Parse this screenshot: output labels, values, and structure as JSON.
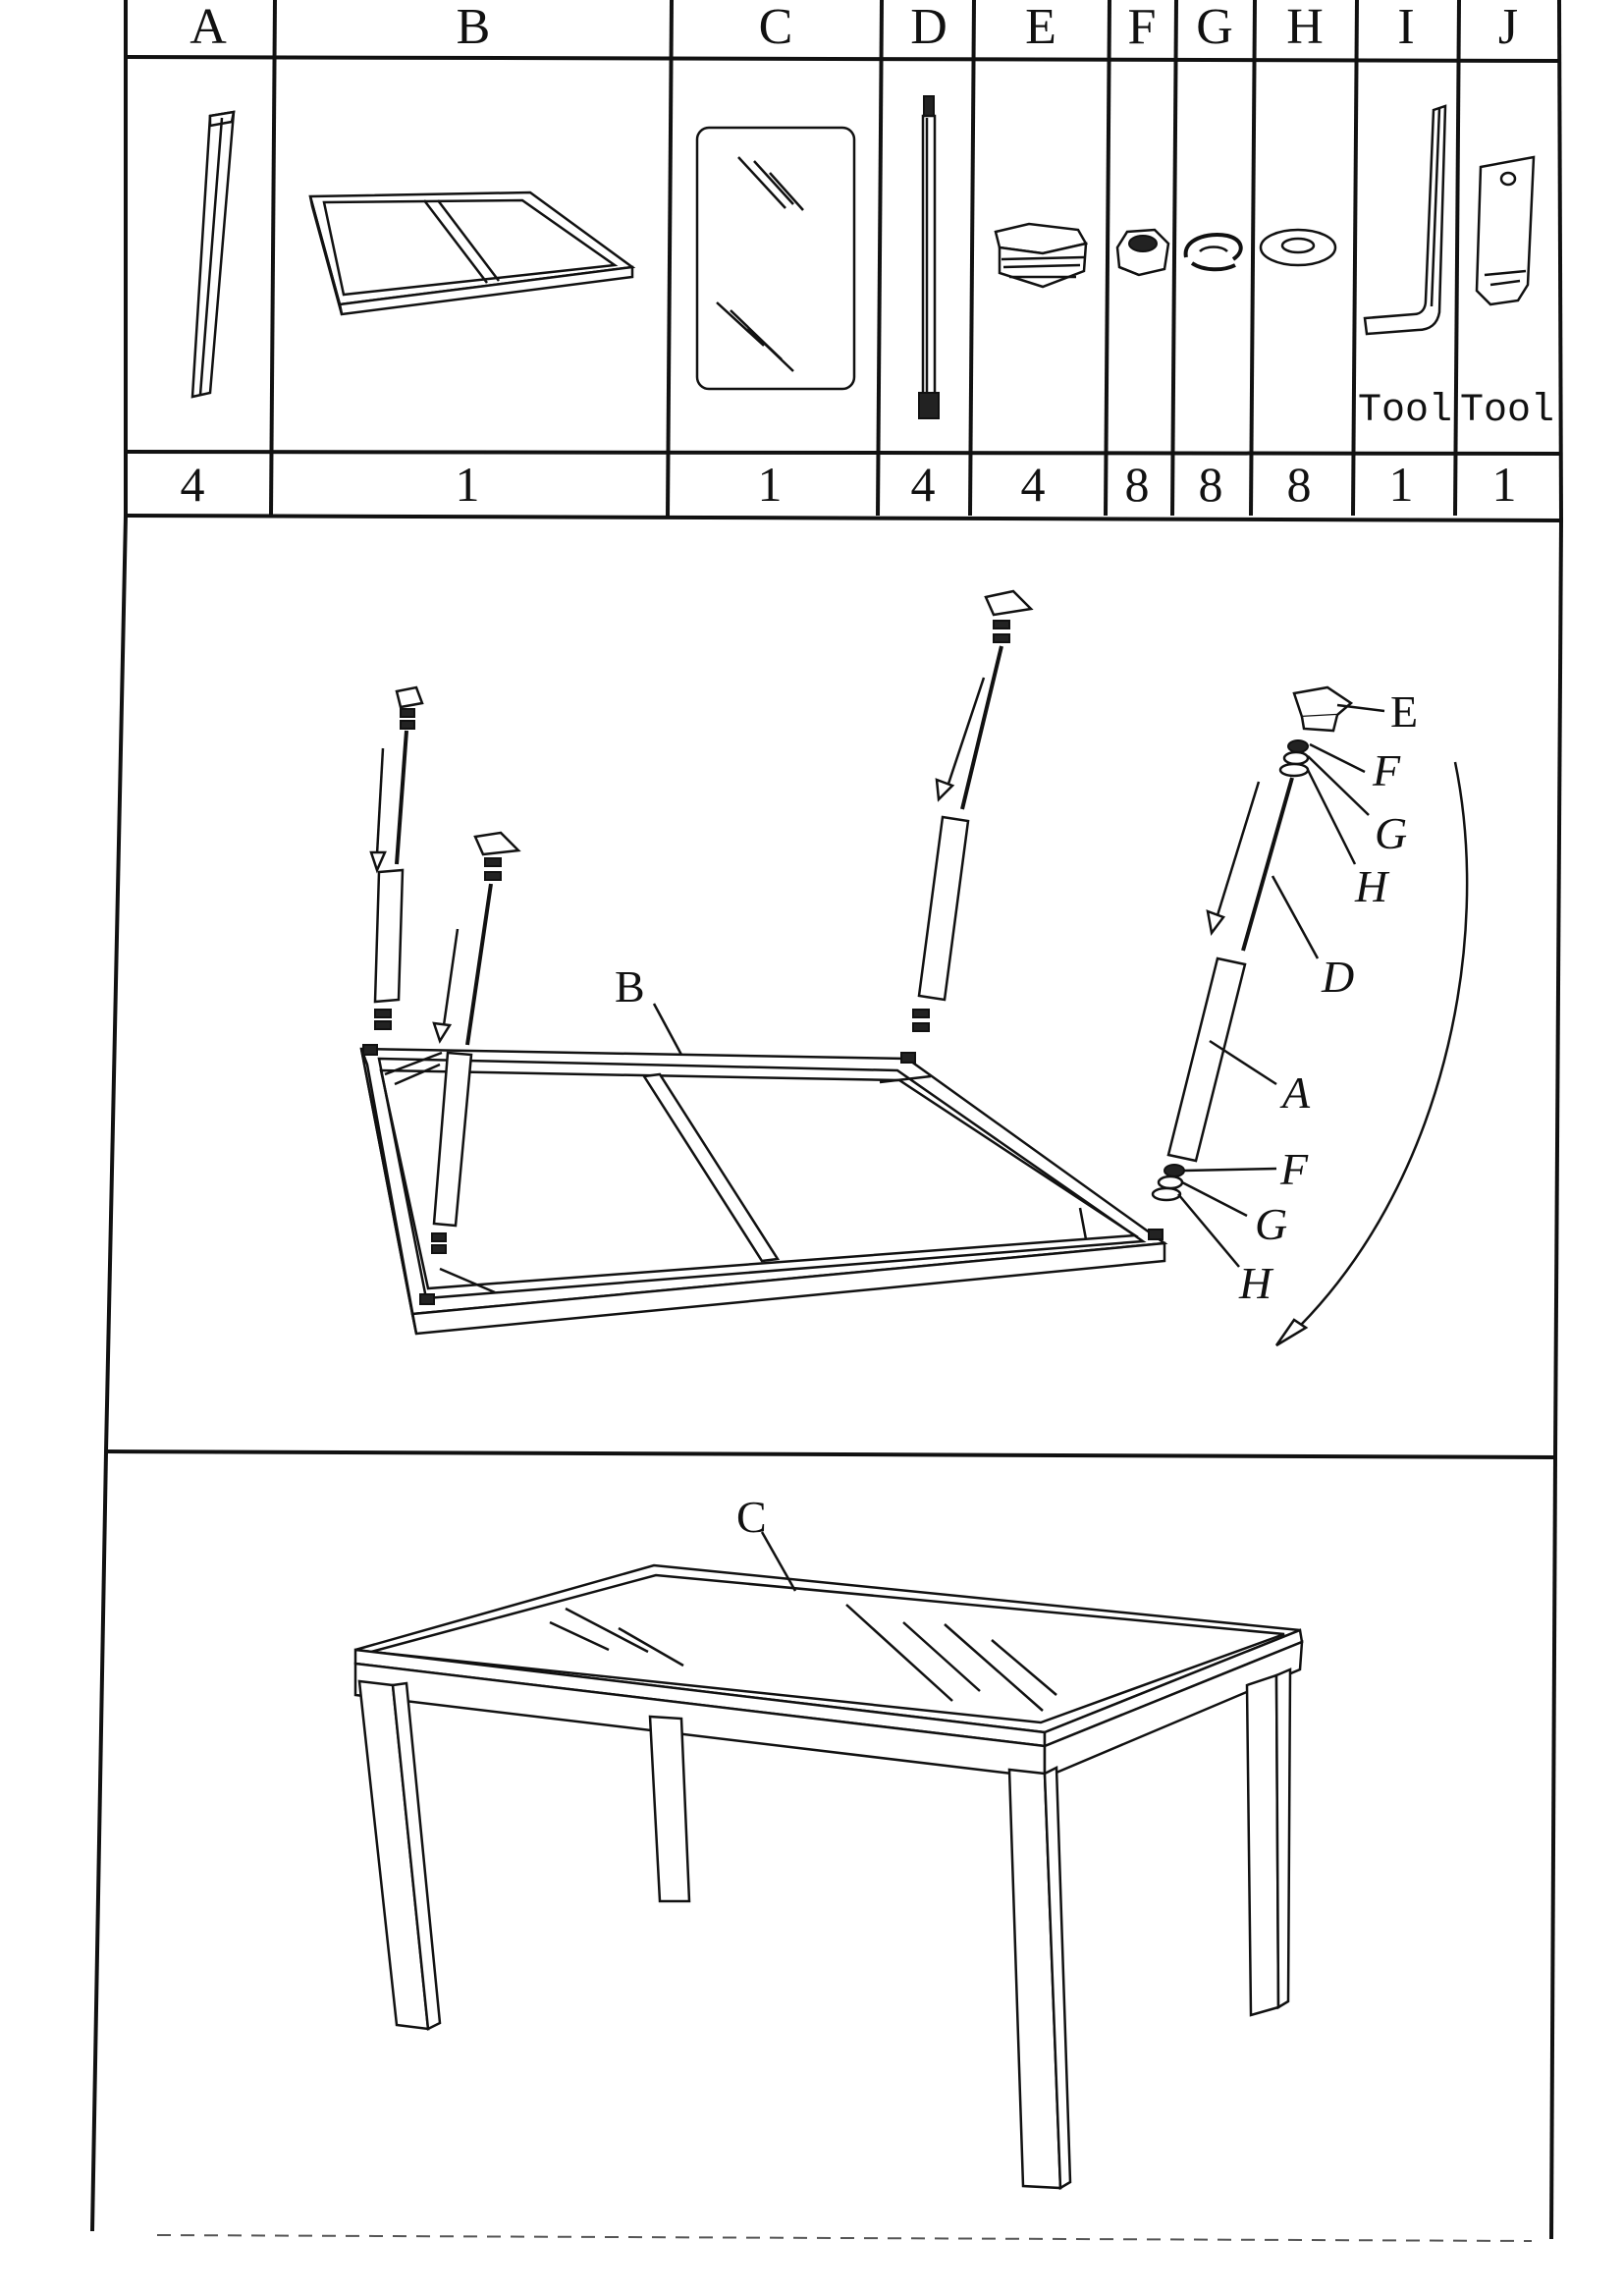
{
  "parts_table": {
    "columns": [
      {
        "letter": "A",
        "qty": "4",
        "tool_label": ""
      },
      {
        "letter": "B",
        "qty": "1",
        "tool_label": ""
      },
      {
        "letter": "C",
        "qty": "1",
        "tool_label": ""
      },
      {
        "letter": "D",
        "qty": "4",
        "tool_label": ""
      },
      {
        "letter": "E",
        "qty": "4",
        "tool_label": ""
      },
      {
        "letter": "F",
        "qty": "8",
        "tool_label": ""
      },
      {
        "letter": "G",
        "qty": "8",
        "tool_label": ""
      },
      {
        "letter": "H",
        "qty": "8",
        "tool_label": ""
      },
      {
        "letter": "I",
        "qty": "1",
        "tool_label": "Tool"
      },
      {
        "letter": "J",
        "qty": "1",
        "tool_label": "Tool"
      }
    ]
  },
  "step1": {
    "callouts": {
      "frame": "B",
      "cap": "E",
      "nut_top": "F",
      "spring_washer_top": "G",
      "washer_top": "H",
      "bolt": "D",
      "leg": "A",
      "nut_bottom": "F",
      "spring_washer_bottom": "G",
      "washer_bottom": "H"
    }
  },
  "step2": {
    "callouts": {
      "glass": "C"
    }
  },
  "icons": [
    "down-arrow-icon",
    "curved-arrow-icon"
  ]
}
